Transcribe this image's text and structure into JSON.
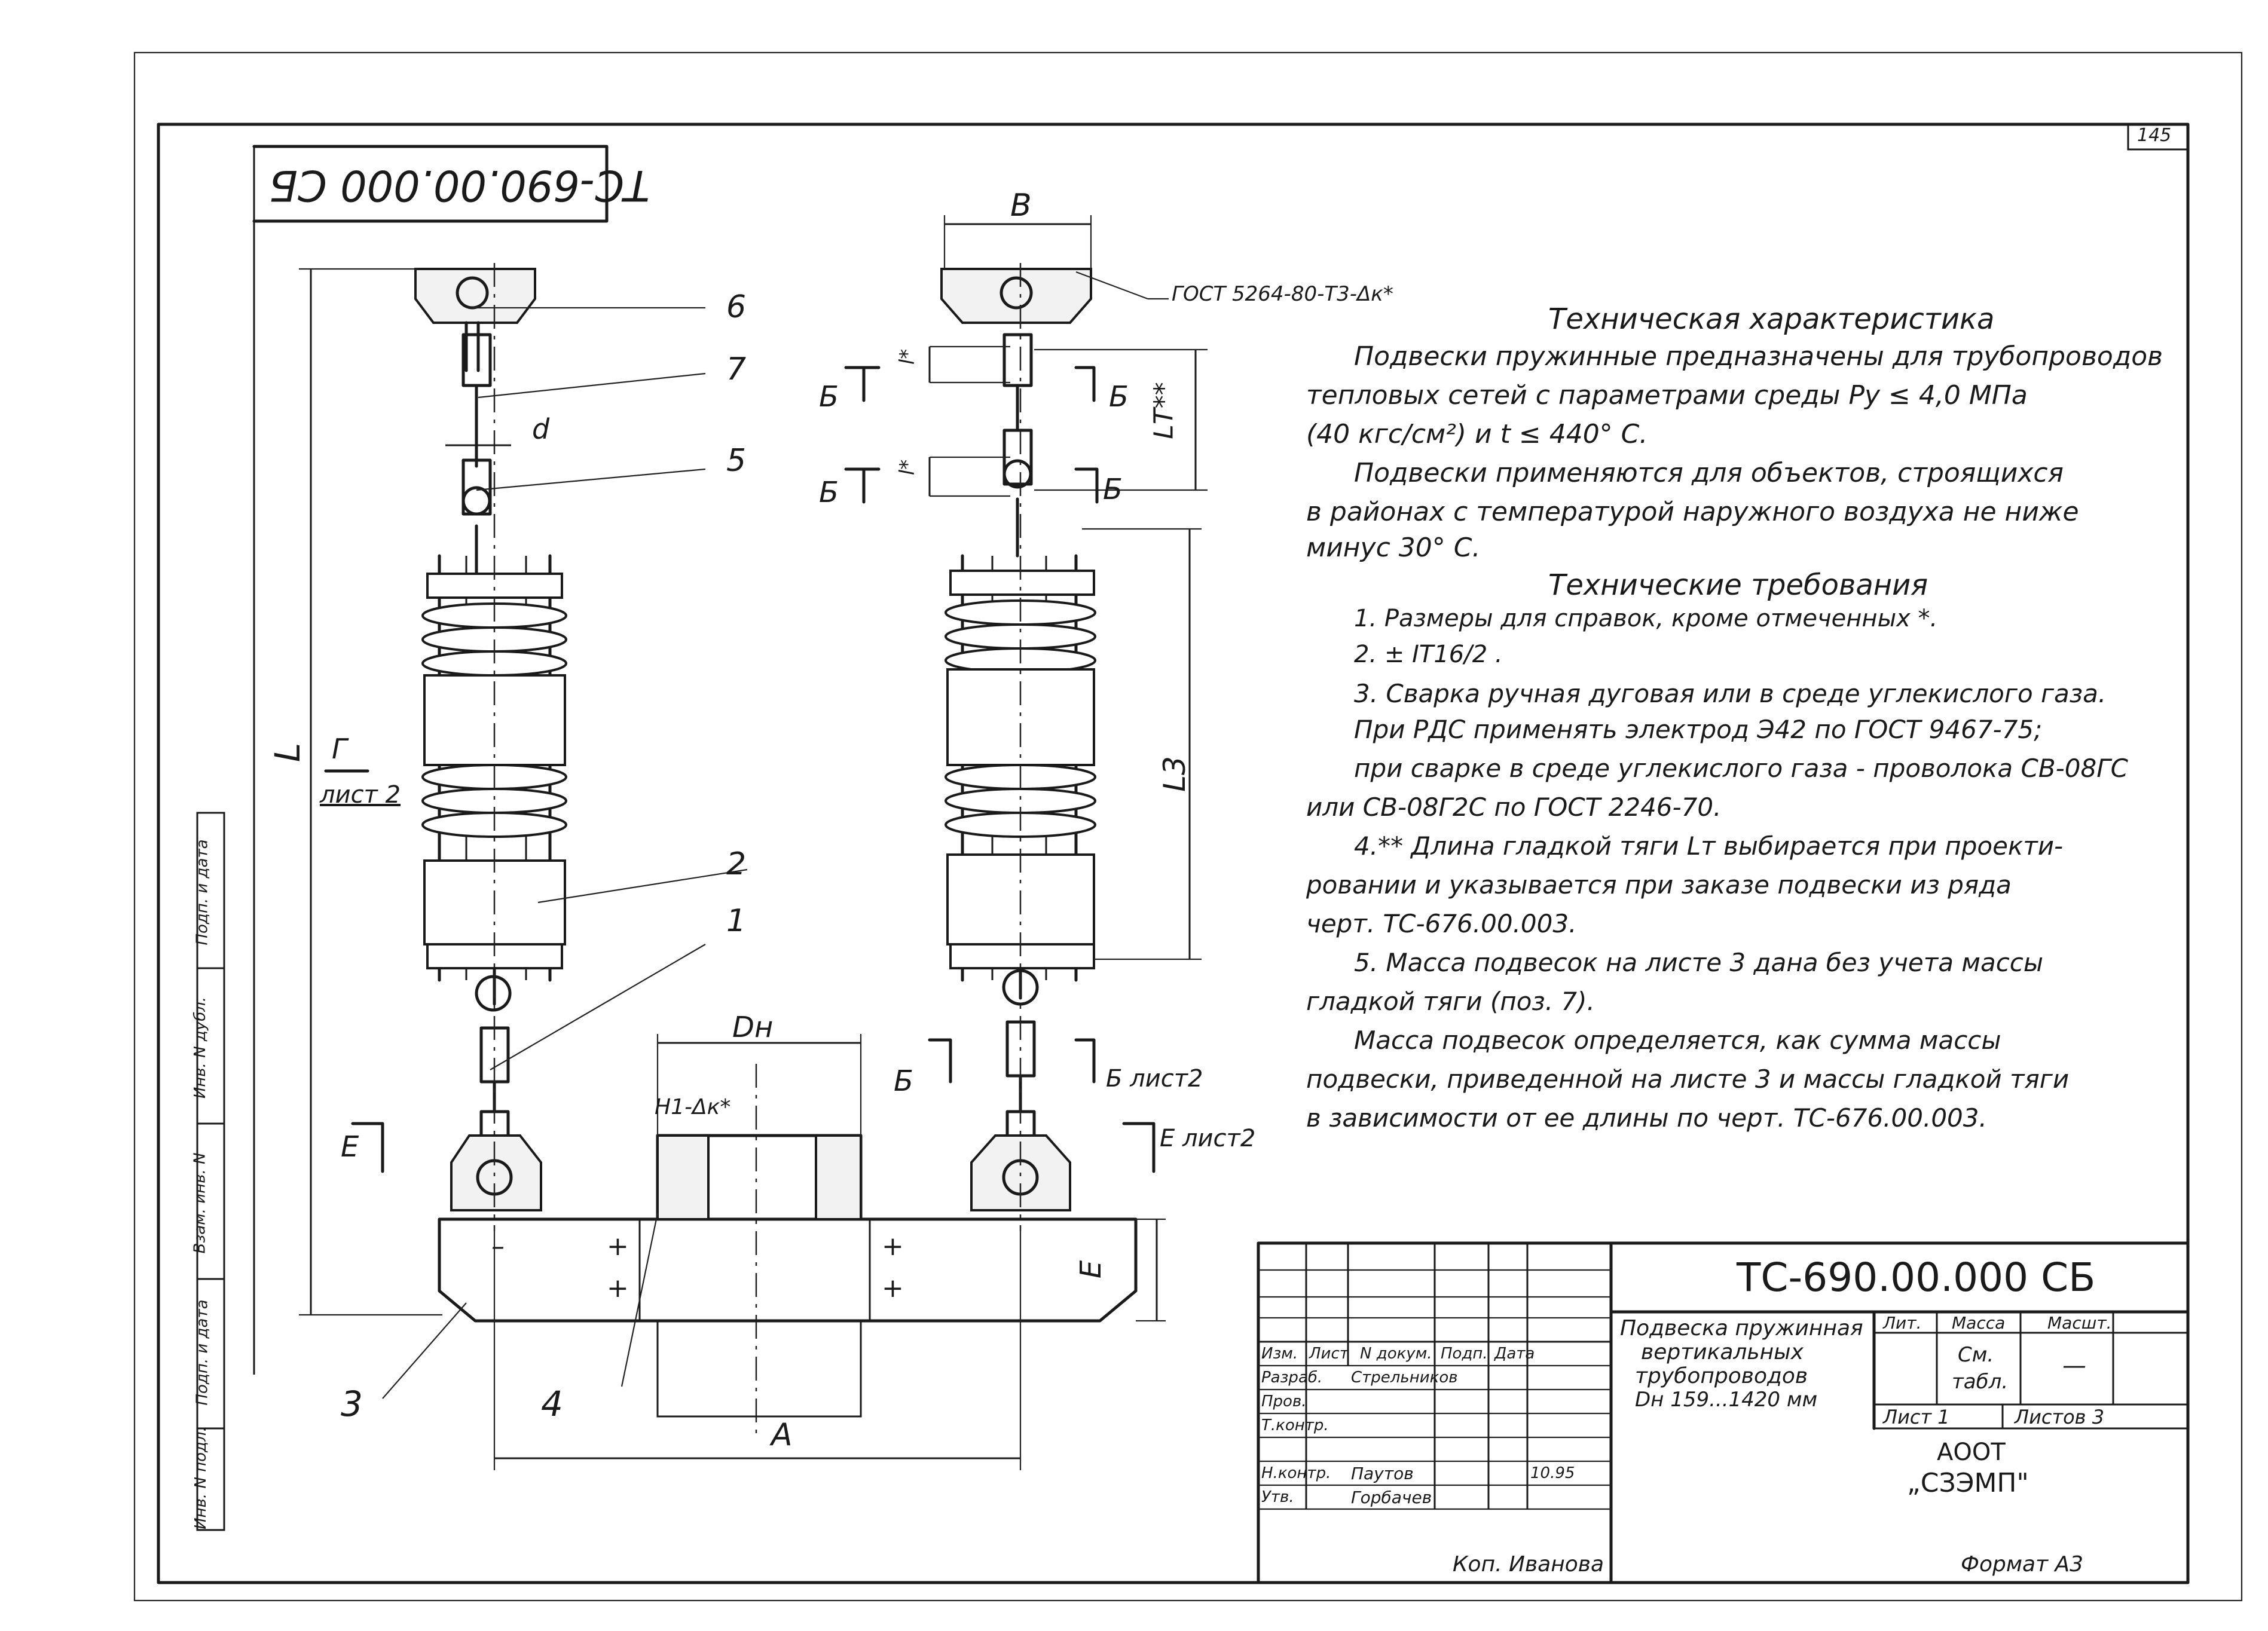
{
  "sheet_number": "145",
  "mirrored_stamp": "ТС-690.00.000 СБ",
  "drawing": {
    "gost_weld": "ГОСТ 5264-80-Т3-Δк*",
    "weld_h1": "Н1-Δк*",
    "labels": {
      "B": "В",
      "d": "d",
      "L": "L",
      "L3": "L3",
      "Lt": "LТ**",
      "l": "l*",
      "Dn": "Dн",
      "A": "А",
      "E": "Е",
      "G": "Г",
      "list2": "лист 2",
      "B_section": "Б",
      "B_list2": "Б лист2",
      "E_list2": "Е лист2"
    },
    "positions": [
      "1",
      "2",
      "3",
      "4",
      "5",
      "6",
      "7"
    ]
  },
  "notes": {
    "title1": "Техническая характеристика",
    "lines1": [
      "Подвески пружинные предназначены для трубопроводов",
      "тепловых сетей с параметрами среды Ру ≤ 4,0 МПа",
      "(40 кгс/см²) и t ≤ 440° С.",
      "Подвески применяются для объектов, строящихся",
      "в районах с температурой наружного воздуха не ниже",
      "минус 30° С."
    ],
    "title2": "Технические требования",
    "lines2": [
      "1. Размеры для справок, кроме отмеченных *.",
      "2. ± IT16/2 .",
      "3. Сварка ручная дуговая или в среде углекислого газа.",
      "При РДС применять электрод Э42 по ГОСТ 9467-75;",
      "при сварке в среде углекислого газа - проволока СВ-08ГС",
      "или СВ-08Г2С по ГОСТ 2246-70.",
      "4.** Длина гладкой тяги Lт выбирается при проекти-",
      "ровании и указывается при заказе подвески из ряда",
      "черт. ТС-676.00.003.",
      "5. Масса подвесок на листе 3 дана без учета массы",
      "гладкой тяги (поз. 7).",
      "Масса подвесок определяется, как сумма массы",
      "подвески, приведенной на листе 3 и массы гладкой тяги",
      "в зависимости от ее длины по черт. ТС-676.00.003."
    ]
  },
  "title_block": {
    "doc_code": "ТС-690.00.000 СБ",
    "product_name": [
      "Подвеска пружинная",
      "вертикальных",
      "трубопроводов",
      "Dн 159...1420 мм"
    ],
    "lit": "Лит.",
    "mass": "Масса",
    "scale": "Масшт.",
    "mass_value": [
      "См.",
      "табл."
    ],
    "scale_value": "—",
    "sheet": "Лист 1",
    "sheets": "Листов 3",
    "org": [
      "АООТ",
      "„СЗЭМП\""
    ],
    "format": "Формат А3",
    "copied_by": "Коп. Иванова",
    "headers": [
      "Изм.",
      "Лист",
      "N докум.",
      "Подп.",
      "Дата"
    ],
    "roles": [
      "Разраб.",
      "Пров.",
      "Т.контр.",
      "",
      "Н.контр.",
      "Утв."
    ],
    "names": [
      "Стрельников",
      "",
      "",
      "",
      "Паутов",
      "Горбачев"
    ],
    "date": "10.95"
  },
  "side_stamp": [
    "Инв. N подл.",
    "Подп. и дата",
    "Взам. инв. N",
    "Инв. N дубл.",
    "Подп. и дата"
  ]
}
